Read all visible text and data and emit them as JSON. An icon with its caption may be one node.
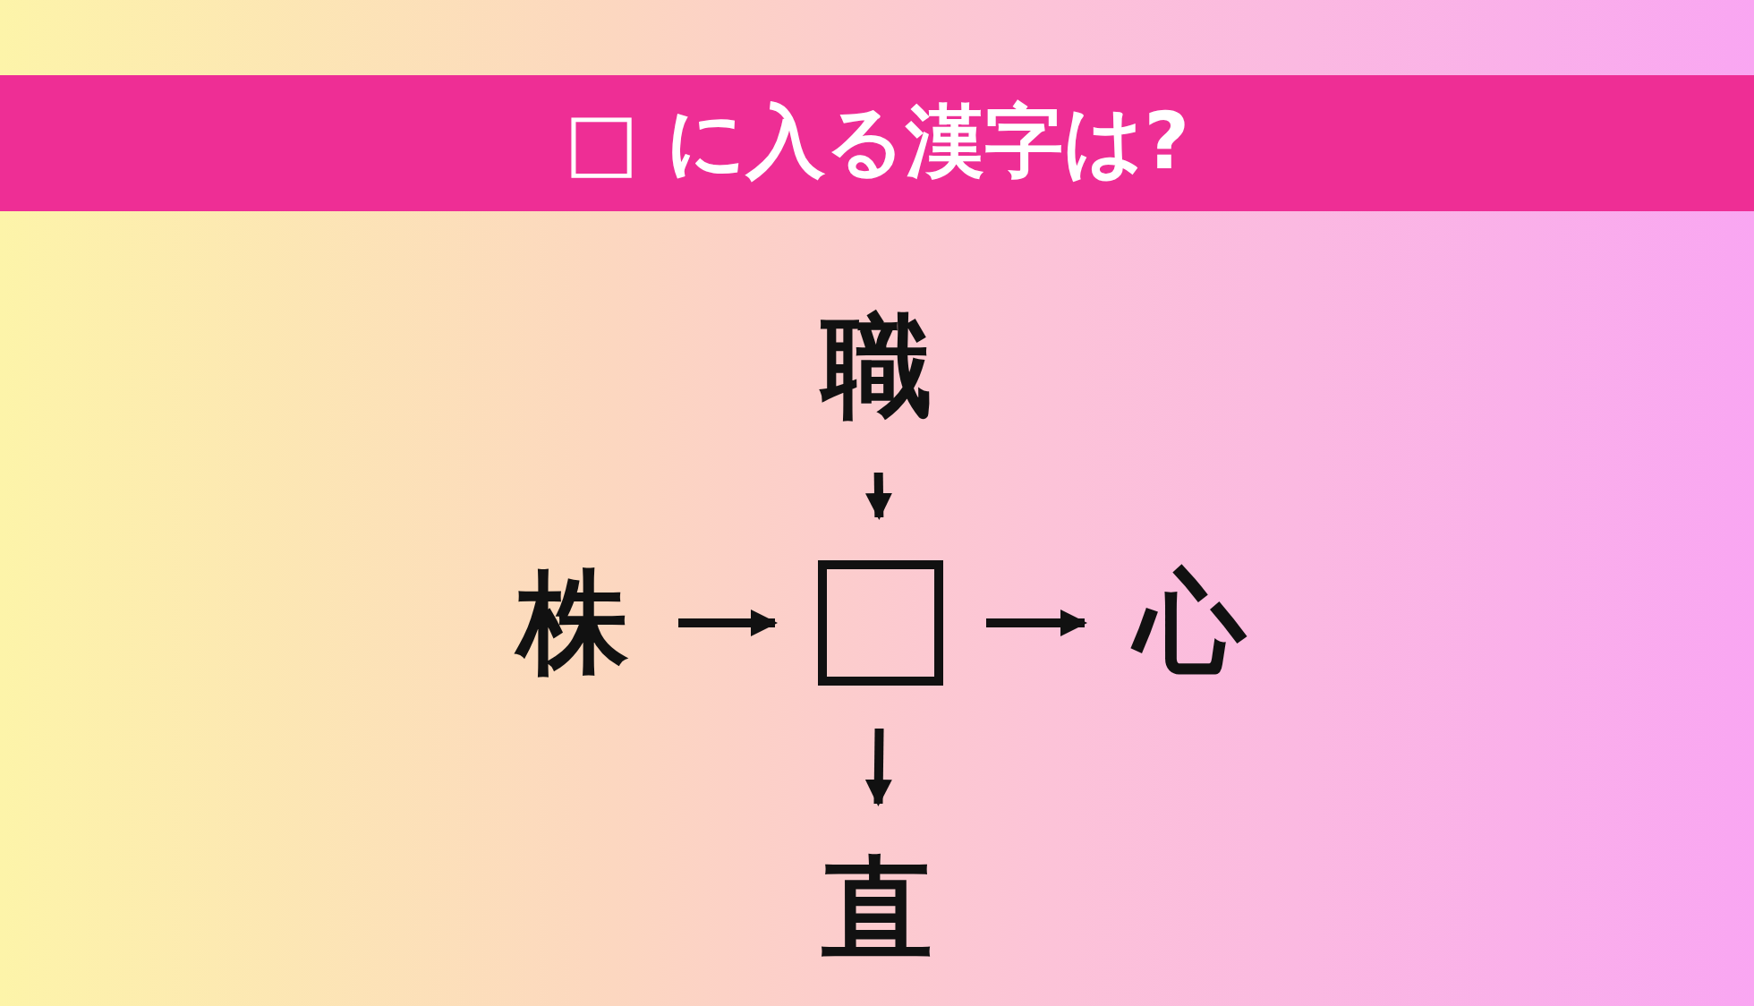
{
  "diagram": {
    "title": "□ に入る漢字は?",
    "nodes": [
      {
        "text": [
          "職"
        ]
      },
      {
        "text": [
          "株"
        ]
      },
      {
        "text": [],
        "shape": "box"
      },
      {
        "text": [
          "心"
        ]
      },
      {
        "text": [
          "直"
        ]
      }
    ],
    "edges": [
      {
        "from": 0,
        "to": 2,
        "arrow": "to"
      },
      {
        "from": 1,
        "to": 2,
        "arrow": "to"
      },
      {
        "from": 2,
        "to": 3,
        "arrow": "to"
      },
      {
        "from": 2,
        "to": 4,
        "arrow": "to"
      }
    ]
  }
}
